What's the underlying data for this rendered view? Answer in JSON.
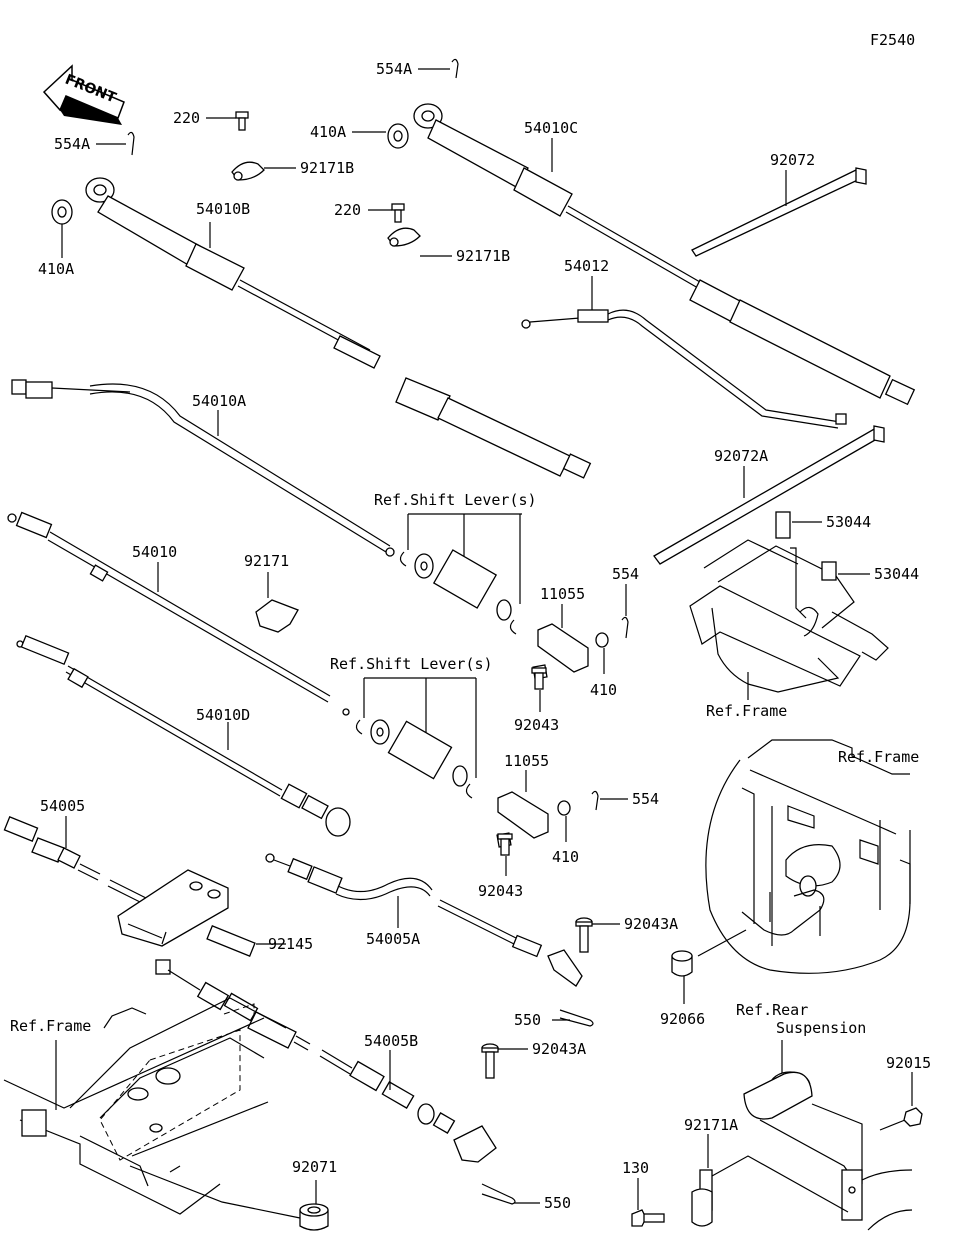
{
  "diagram_code": "F2540",
  "front_arrow": {
    "label": "FRONT"
  },
  "labels": {
    "l554A_top": "554A",
    "l554A_left": "554A",
    "l220_a": "220",
    "l220_b": "220",
    "l92171B_a": "92171B",
    "l92171B_b": "92171B",
    "l410A_a": "410A",
    "l410A_b": "410A",
    "l54010C": "54010C",
    "l54010B": "54010B",
    "l92072": "92072",
    "l54012": "54012",
    "l54010A": "54010A",
    "l92072A": "92072A",
    "l53044_a": "53044",
    "l53044_b": "53044",
    "l54010": "54010",
    "l92171": "92171",
    "l11055_a": "11055",
    "l11055_b": "11055",
    "l554_a": "554",
    "l554_b": "554",
    "l410_a": "410",
    "l410_b": "410",
    "l92043_a": "92043",
    "l92043_b": "92043",
    "l54010D": "54010D",
    "l54005": "54005",
    "l92145": "92145",
    "l54005A": "54005A",
    "l92043A_a": "92043A",
    "l92043A_b": "92043A",
    "l550_a": "550",
    "l550_b": "550",
    "l92066": "92066",
    "l54005B": "54005B",
    "l92071": "92071",
    "l92015": "92015",
    "l92171A": "92171A",
    "l130": "130"
  },
  "references": {
    "shift_lever_1": "Ref.Shift Lever(s)",
    "shift_lever_2": "Ref.Shift Lever(s)",
    "frame_1": "Ref.Frame",
    "frame_2": "Ref.Frame",
    "frame_3": "Ref.Frame",
    "rear_suspension_1": "Ref.Rear",
    "rear_suspension_2": "Suspension"
  }
}
